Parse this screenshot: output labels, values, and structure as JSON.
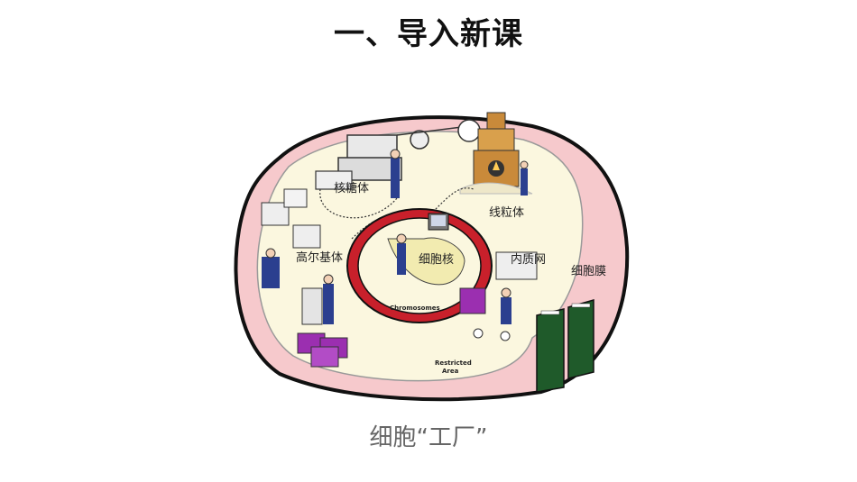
{
  "slide": {
    "title": "一、导入新课",
    "caption": "细胞“工厂”"
  },
  "illustration": {
    "labels": {
      "ribosome": "核糖体",
      "mitochondria": "线粒体",
      "golgi": "高尔基体",
      "nucleus": "细胞核",
      "er": "内质网",
      "membrane": "细胞膜",
      "chromosome": "Chromosomes",
      "restricted_line1": "Restricted",
      "restricted_line2": "Area"
    },
    "colors": {
      "membrane_pink": "#f6c9cc",
      "cytoplasm": "#fbf7df",
      "nucleus_red": "#c8202b",
      "purple": "#9b2fb0",
      "door_green": "#1f5a2a",
      "worker_blue": "#2b3f8f",
      "furnace_brown": "#c98a3a"
    }
  }
}
